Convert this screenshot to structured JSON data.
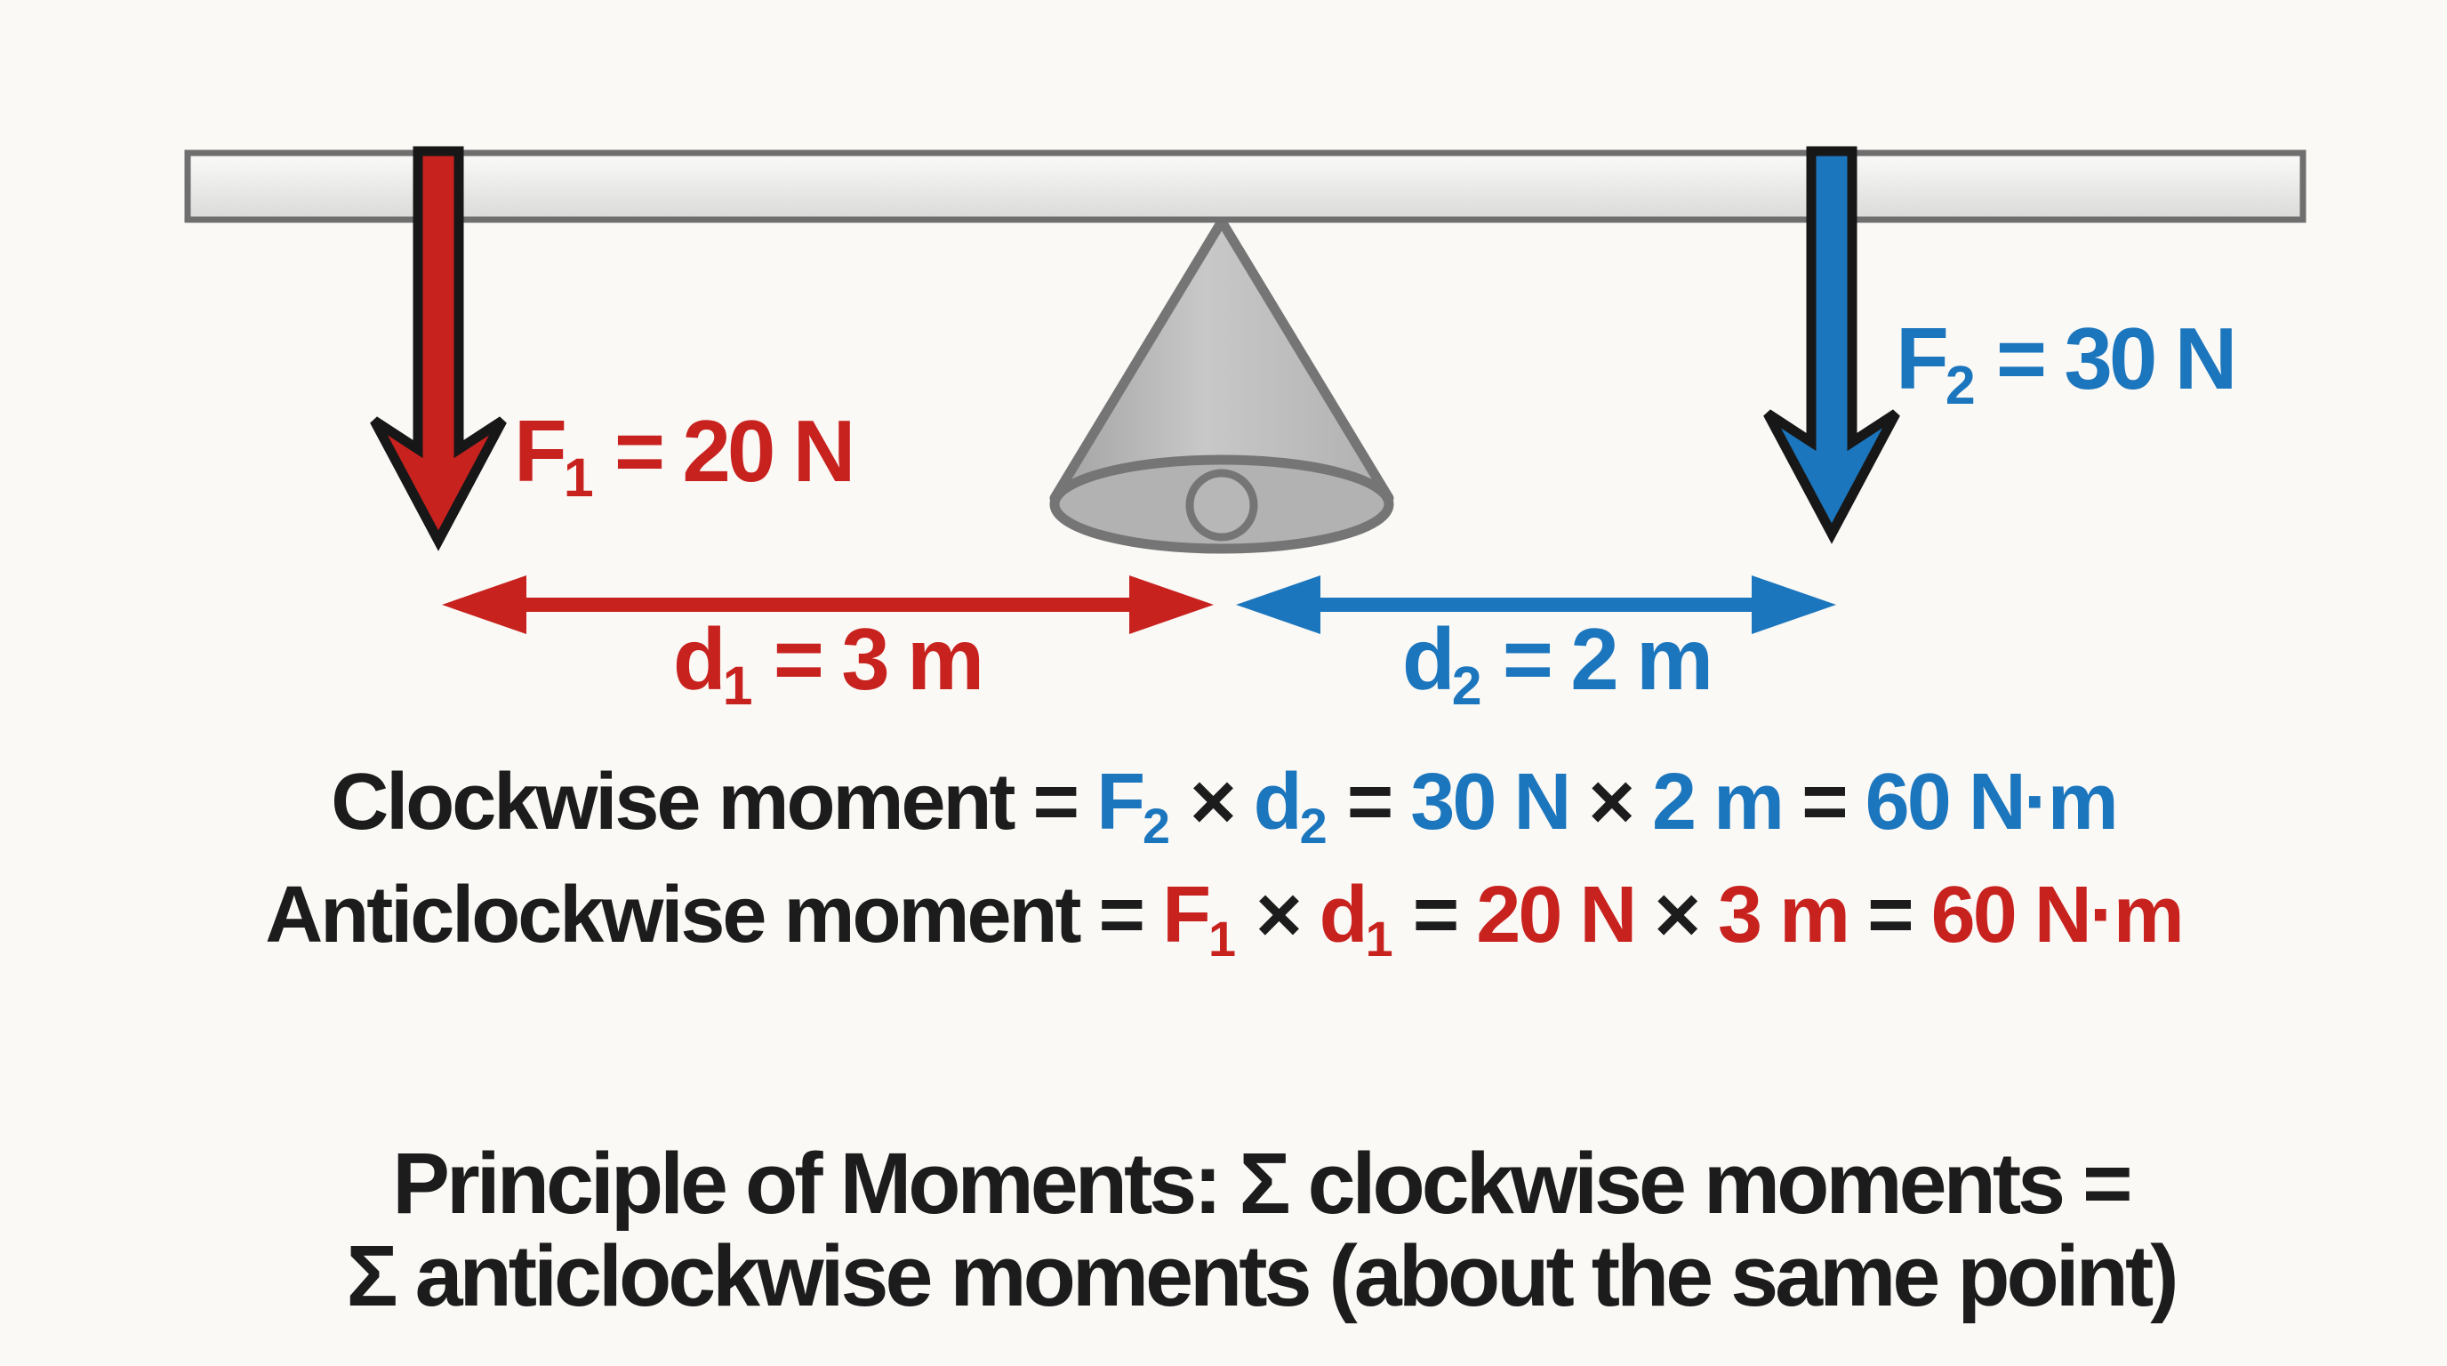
{
  "colors": {
    "red": "#c8221f",
    "blue": "#1c76bd",
    "black": "#1c1c1c",
    "beam_fill": "#e9e9e7",
    "beam_stroke": "#6f6f6f",
    "cone_fill": "#bdbdbd",
    "cone_stroke": "#757575",
    "background": "#faf9f6"
  },
  "diagram": {
    "f1_label": [
      {
        "t": "F"
      },
      {
        "t": "1",
        "sub": true
      },
      {
        "t": " = 20 N"
      }
    ],
    "f2_label": [
      {
        "t": "F"
      },
      {
        "t": "2",
        "sub": true
      },
      {
        "t": " = 30 N"
      }
    ],
    "d1_label": [
      {
        "t": "d"
      },
      {
        "t": "1",
        "sub": true
      },
      {
        "t": " = 3 m"
      }
    ],
    "d2_label": [
      {
        "t": "d"
      },
      {
        "t": "2",
        "sub": true
      },
      {
        "t": " = 2 m"
      }
    ],
    "f1_value": "20 N",
    "f2_value": "30 N",
    "d1_value": "3 m",
    "d2_value": "2 m"
  },
  "equations": {
    "clockwise": [
      {
        "t": "Clockwise moment = ",
        "c": "black"
      },
      {
        "t": "F",
        "c": "blue"
      },
      {
        "t": "2",
        "c": "blue",
        "sub": true
      },
      {
        "t": " × ",
        "c": "black"
      },
      {
        "t": "d",
        "c": "blue"
      },
      {
        "t": "2",
        "c": "blue",
        "sub": true
      },
      {
        "t": " = ",
        "c": "black"
      },
      {
        "t": "30 N",
        "c": "blue"
      },
      {
        "t": " × ",
        "c": "black"
      },
      {
        "t": "2 m",
        "c": "blue"
      },
      {
        "t": " = ",
        "c": "black"
      },
      {
        "t": "60 N·m",
        "c": "blue"
      }
    ],
    "anticlockwise": [
      {
        "t": "Anticlockwise moment = ",
        "c": "black"
      },
      {
        "t": "F",
        "c": "red"
      },
      {
        "t": "1",
        "c": "red",
        "sub": true
      },
      {
        "t": " × ",
        "c": "black"
      },
      {
        "t": "d",
        "c": "red"
      },
      {
        "t": "1",
        "c": "red",
        "sub": true
      },
      {
        "t": " = ",
        "c": "black"
      },
      {
        "t": "20 N",
        "c": "red"
      },
      {
        "t": " × ",
        "c": "black"
      },
      {
        "t": "3 m",
        "c": "red"
      },
      {
        "t": " = ",
        "c": "black"
      },
      {
        "t": "60 N·m",
        "c": "red"
      }
    ]
  },
  "principle": {
    "line1": "Principle of Moments: Σ clockwise moments =",
    "line2": "Σ anticlockwise moments (about the same point)"
  }
}
